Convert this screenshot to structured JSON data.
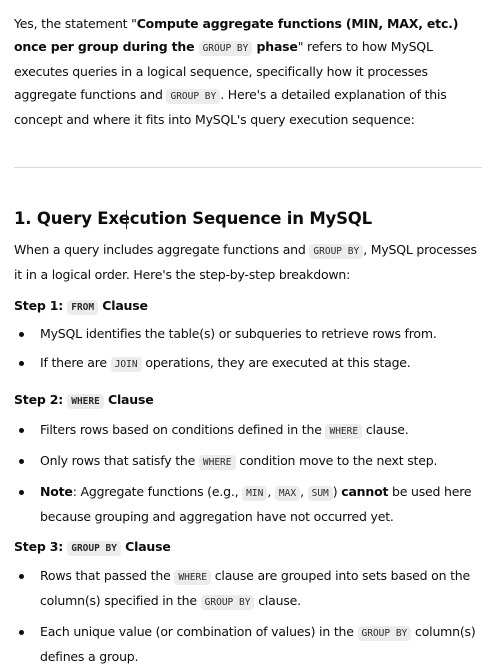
{
  "intro": {
    "t1": "Yes, the statement \"",
    "b1": "Compute aggregate functions (MIN, MAX, etc.) once per group during the ",
    "code1": "GROUP BY",
    "b2": " phase",
    "t2": "\" refers to how MySQL executes queries in a logical sequence, specifically how it processes aggregate functions and ",
    "code2": "GROUP BY",
    "t3": ". Here's a detailed explanation of this concept and where it fits into MySQL's query execution sequence:"
  },
  "section": {
    "title": "1. Query Execution Sequence in MySQL",
    "lead_t1": "When a query includes aggregate functions and ",
    "lead_code": "GROUP BY",
    "lead_t2": ", MySQL processes it in a logical order. Here's the step-by-step breakdown:"
  },
  "step1": {
    "prefix": "Step 1: ",
    "code": "FROM",
    "suffix": " Clause",
    "b1": "MySQL identifies the table(s) or subqueries to retrieve rows from.",
    "b2_t1": "If there are ",
    "b2_code": "JOIN",
    "b2_t2": " operations, they are executed at this stage."
  },
  "step2": {
    "prefix": "Step 2: ",
    "code": "WHERE",
    "suffix": " Clause",
    "b1_t1": "Filters rows based on conditions defined in the ",
    "b1_code": "WHERE",
    "b1_t2": " clause.",
    "b2_t1": "Only rows that satisfy the ",
    "b2_code": "WHERE",
    "b2_t2": " condition move to the next step.",
    "b3_note": "Note",
    "b3_t1": ": Aggregate functions (e.g., ",
    "b3_code1": "MIN",
    "b3_sep1": ", ",
    "b3_code2": "MAX",
    "b3_sep2": ", ",
    "b3_code3": "SUM",
    "b3_t2": ") ",
    "b3_cannot": "cannot",
    "b3_t3": " be used here because grouping and aggregation have not occurred yet."
  },
  "step3": {
    "prefix": "Step 3: ",
    "code": "GROUP BY",
    "suffix": " Clause",
    "b1_t1": "Rows that passed the ",
    "b1_code1": "WHERE",
    "b1_t2": " clause are grouped into sets based on the column(s) specified in the ",
    "b1_code2": "GROUP BY",
    "b1_t3": " clause.",
    "b2_t1": "Each unique value (or combination of values) in the ",
    "b2_code": "GROUP BY",
    "b2_t2": " column(s) defines a group."
  }
}
